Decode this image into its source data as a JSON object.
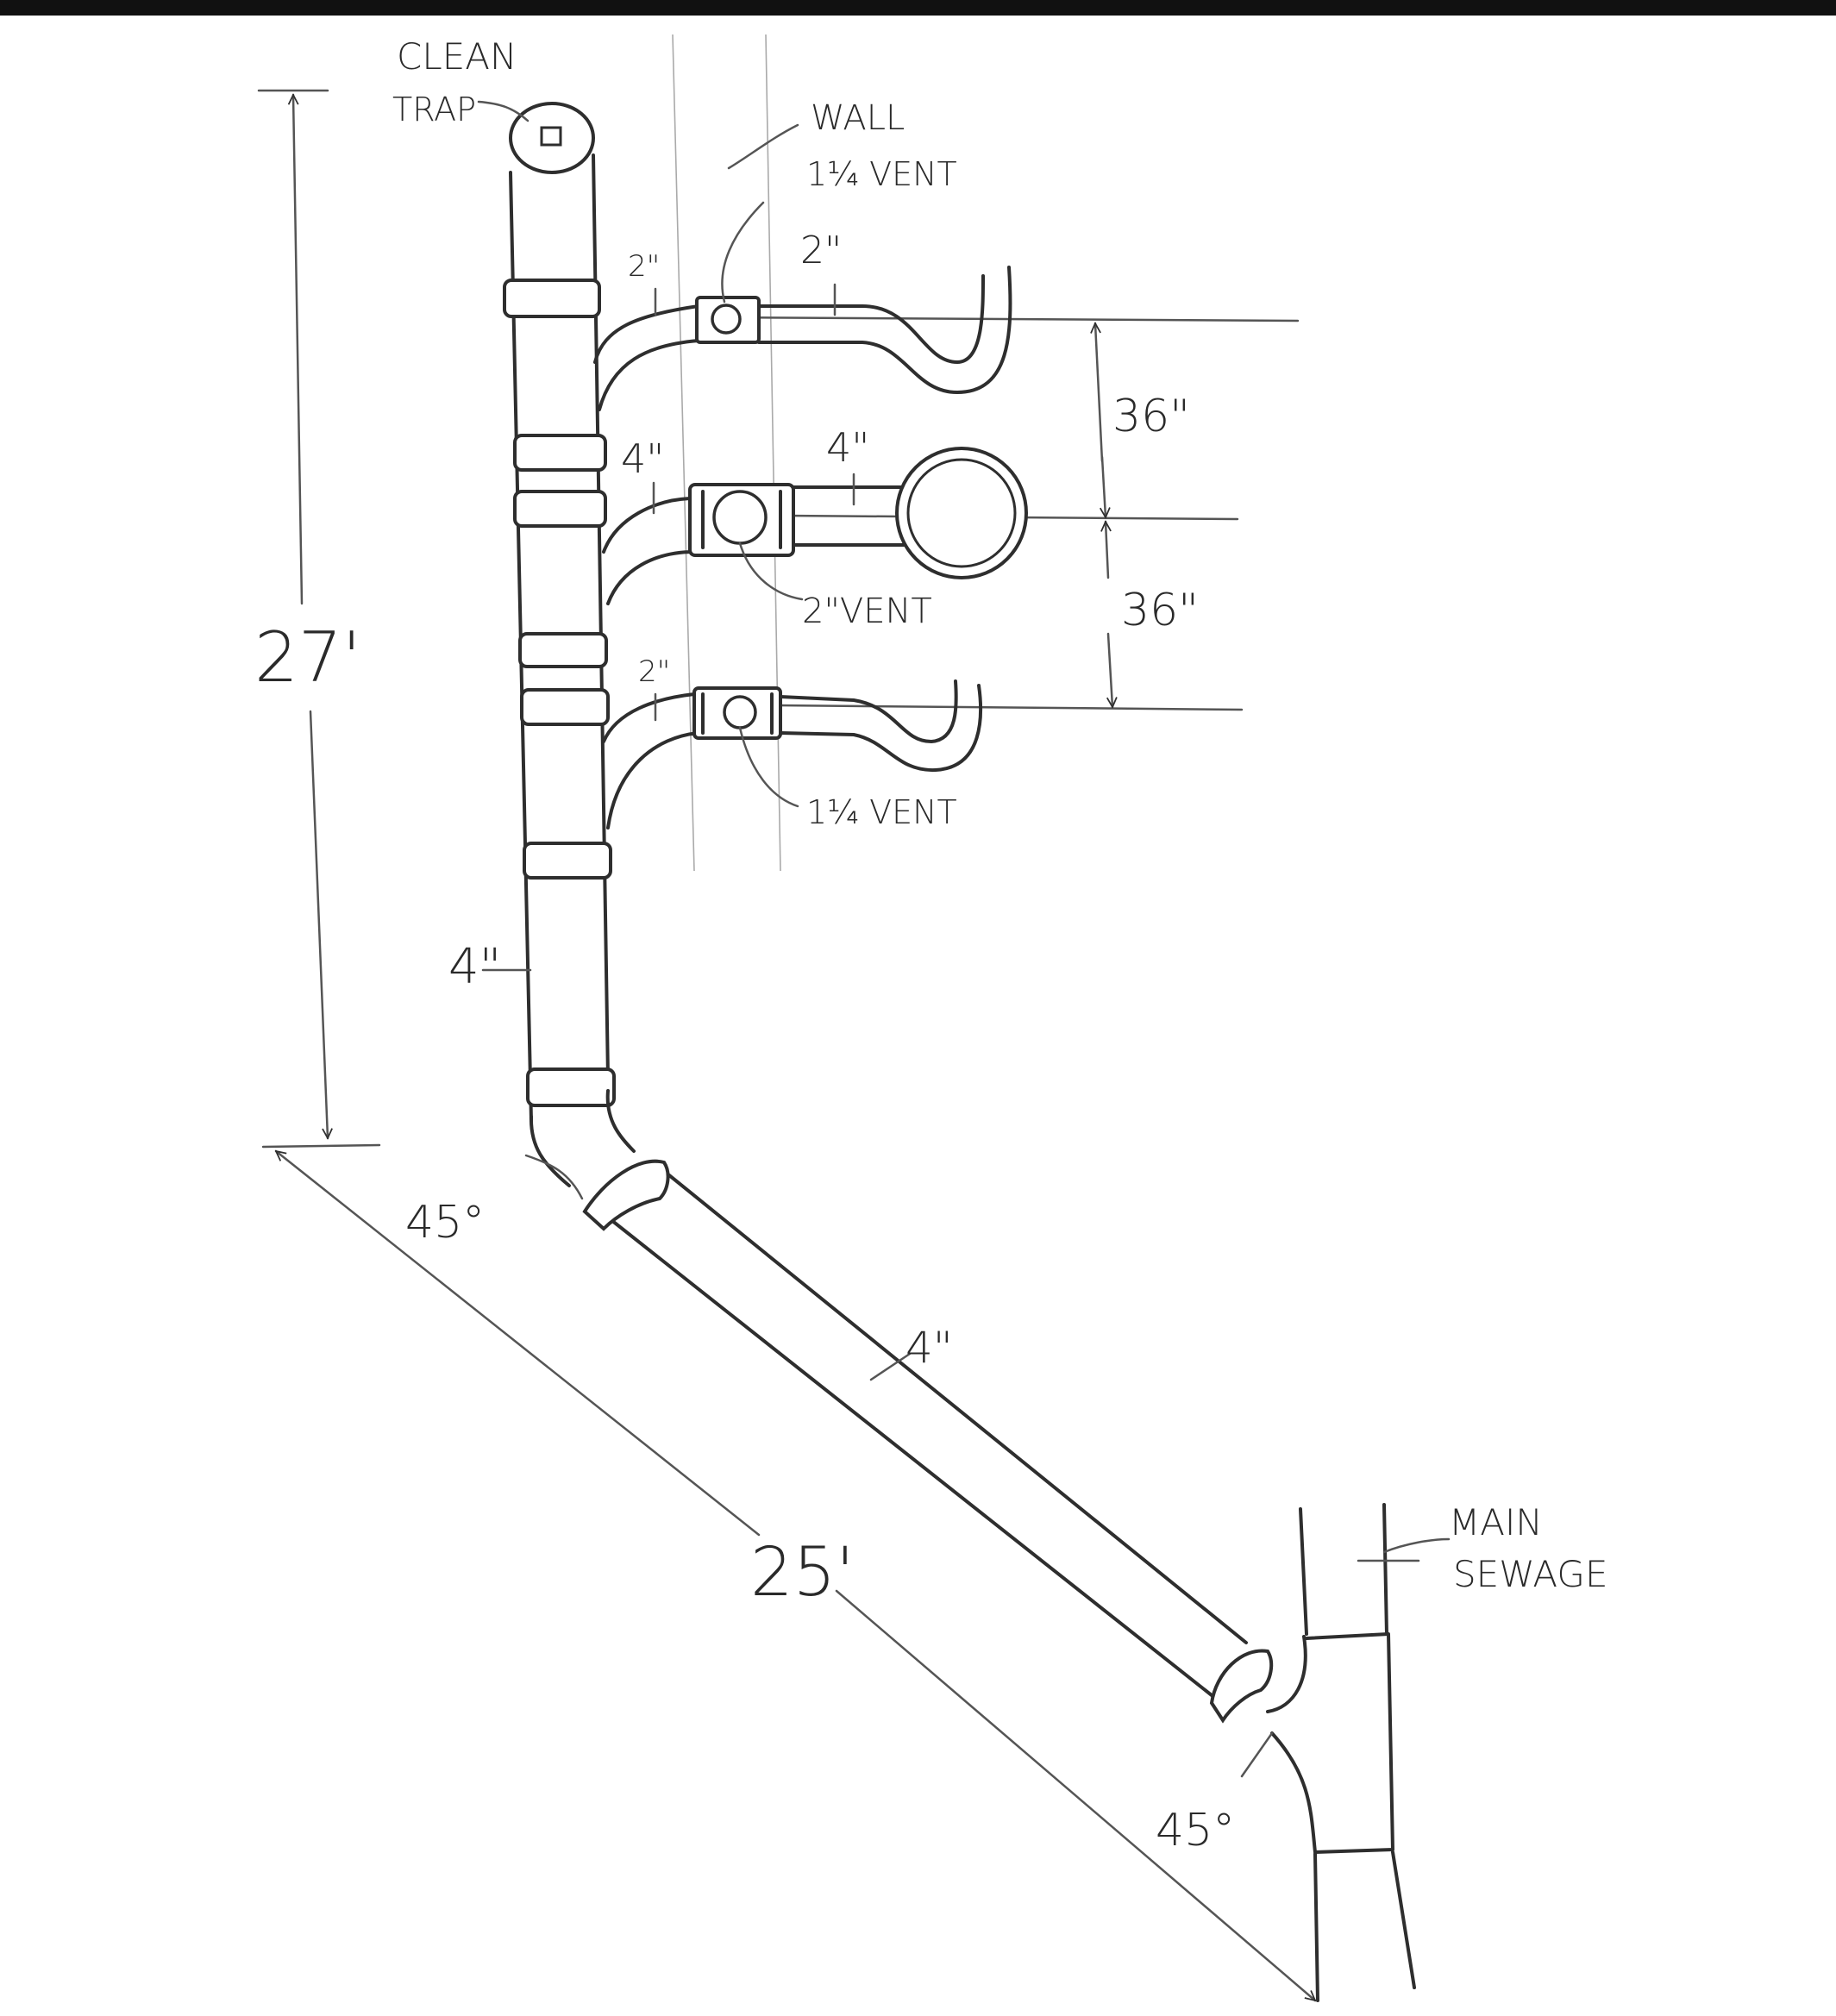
{
  "labels": {
    "clean": "CLEAN",
    "trap": "TRAP",
    "wall": "WALL",
    "vent_top": "1¼ VENT",
    "pipe_2_top_left": "2\"",
    "pipe_2_top_right": "2\"",
    "dim_36_upper": "36\"",
    "pipe_4_mid_left": "4\"",
    "pipe_4_mid_right": "4\"",
    "vent_mid": "2\"VENT",
    "dim_36_lower": "36\"",
    "pipe_2_low": "2\"",
    "vent_low": "1¼ VENT",
    "dim_27": "27'",
    "stack_4": "4\"",
    "angle_45_upper": "45°",
    "diag_4": "4\"",
    "dim_25": "25'",
    "angle_45_lower": "45°",
    "main": "MAIN",
    "sewage": "SEWAGE"
  },
  "colors": {
    "ink": "#2e2e2e",
    "paper": "#ffffff",
    "top_band": "#111111"
  }
}
